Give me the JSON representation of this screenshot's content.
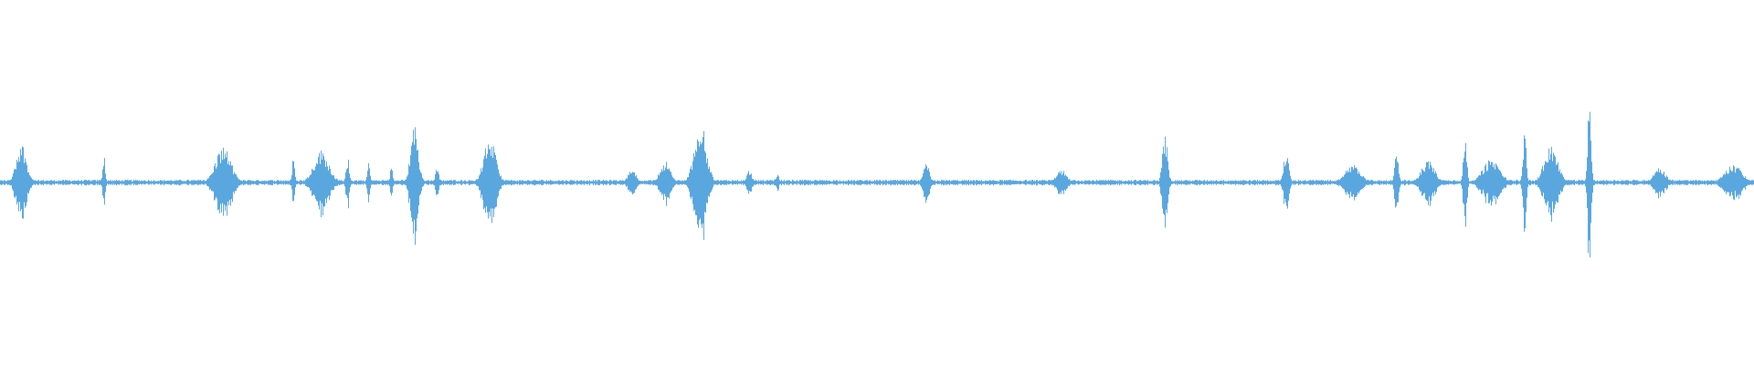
{
  "waveform": {
    "color": "#5aa7e0",
    "background": "#ffffff",
    "baseline_amplitude": 0.015,
    "bursts": [
      {
        "center": 0.012,
        "width": 0.012,
        "amp": 0.22
      },
      {
        "center": 0.059,
        "width": 0.003,
        "amp": 0.16
      },
      {
        "center": 0.127,
        "width": 0.018,
        "amp": 0.2
      },
      {
        "center": 0.167,
        "width": 0.003,
        "amp": 0.14
      },
      {
        "center": 0.183,
        "width": 0.018,
        "amp": 0.18
      },
      {
        "center": 0.198,
        "width": 0.004,
        "amp": 0.14
      },
      {
        "center": 0.21,
        "width": 0.003,
        "amp": 0.12
      },
      {
        "center": 0.223,
        "width": 0.003,
        "amp": 0.1
      },
      {
        "center": 0.236,
        "width": 0.009,
        "amp": 0.33
      },
      {
        "center": 0.249,
        "width": 0.004,
        "amp": 0.1
      },
      {
        "center": 0.279,
        "width": 0.014,
        "amp": 0.25
      },
      {
        "center": 0.36,
        "width": 0.01,
        "amp": 0.07
      },
      {
        "center": 0.379,
        "width": 0.012,
        "amp": 0.12
      },
      {
        "center": 0.399,
        "width": 0.014,
        "amp": 0.34
      },
      {
        "center": 0.427,
        "width": 0.006,
        "amp": 0.07
      },
      {
        "center": 0.443,
        "width": 0.004,
        "amp": 0.05
      },
      {
        "center": 0.528,
        "width": 0.007,
        "amp": 0.11
      },
      {
        "center": 0.605,
        "width": 0.012,
        "amp": 0.07
      },
      {
        "center": 0.664,
        "width": 0.006,
        "amp": 0.28
      },
      {
        "center": 0.733,
        "width": 0.006,
        "amp": 0.17
      },
      {
        "center": 0.771,
        "width": 0.018,
        "amp": 0.1
      },
      {
        "center": 0.796,
        "width": 0.004,
        "amp": 0.22
      },
      {
        "center": 0.814,
        "width": 0.016,
        "amp": 0.12
      },
      {
        "center": 0.835,
        "width": 0.004,
        "amp": 0.28
      },
      {
        "center": 0.85,
        "width": 0.02,
        "amp": 0.13
      },
      {
        "center": 0.869,
        "width": 0.004,
        "amp": 0.28
      },
      {
        "center": 0.884,
        "width": 0.016,
        "amp": 0.2
      },
      {
        "center": 0.906,
        "width": 0.004,
        "amp": 0.5
      },
      {
        "center": 0.946,
        "width": 0.014,
        "amp": 0.08
      },
      {
        "center": 0.988,
        "width": 0.02,
        "amp": 0.1
      }
    ]
  }
}
